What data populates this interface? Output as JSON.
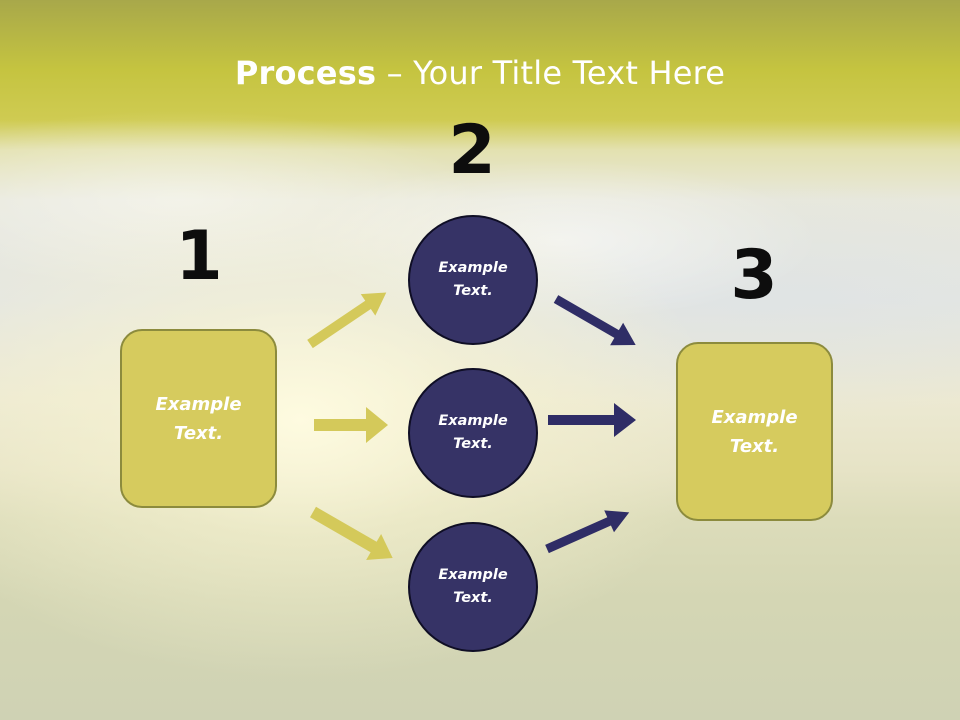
{
  "title": {
    "bold": "Process",
    "rest": " – Your Title Text Here"
  },
  "steps": [
    {
      "number": "1",
      "text": "Example Text."
    },
    {
      "number": "2",
      "text": "Example Text."
    },
    {
      "number": "3",
      "text": "Example Text."
    }
  ],
  "middle_items": [
    {
      "text": "Example Text."
    },
    {
      "text": "Example Text."
    },
    {
      "text": "Example Text."
    }
  ],
  "colors": {
    "box_fill": "#d6cb5e",
    "box_border": "#8c8b3d",
    "circle_fill": "#363366",
    "arrow_yellow": "#d4c95a",
    "arrow_navy": "#2f2d66"
  }
}
